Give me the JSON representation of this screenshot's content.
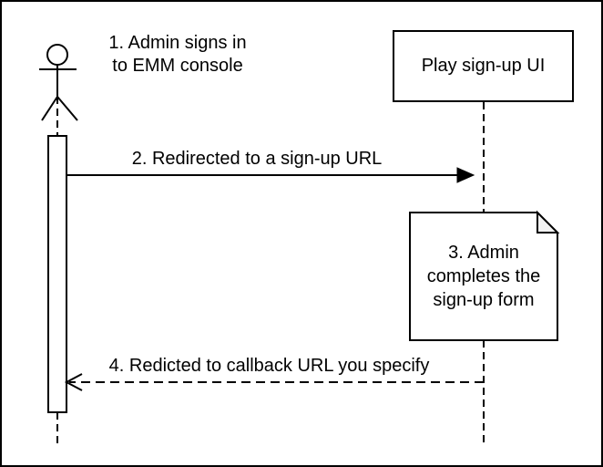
{
  "diagram": {
    "type": "sequence-diagram",
    "colors": {
      "stroke": "#000000",
      "background": "#ffffff",
      "note_fold": "#f2f2f2"
    },
    "participant": {
      "label": "Play sign-up UI"
    },
    "labels": {
      "step1": "1. Admin signs in\nto EMM console",
      "message2": "2. Redirected to a sign-up URL",
      "message4": "4. Redicted to callback URL you specify",
      "note": "3. Admin\ncompletes the\nsign-up form"
    }
  }
}
